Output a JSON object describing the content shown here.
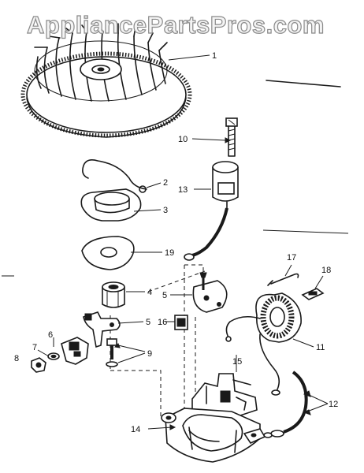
{
  "watermark": "AppliancePartsPros.com",
  "callouts": {
    "c1": "1",
    "c2": "2",
    "c3": "3",
    "c4": "4",
    "c5a": "5",
    "c5b": "5",
    "c6": "6",
    "c7": "7",
    "c8": "8",
    "c9": "9",
    "c10": "10",
    "c11": "11",
    "c12": "12",
    "c13": "13",
    "c14": "14",
    "c15": "15",
    "c16": "16",
    "c17": "17",
    "c18": "18",
    "c19": "19"
  },
  "colors": {
    "ink": "#1a1a1a",
    "background": "#ffffff",
    "watermark": "#8a8a8a"
  }
}
